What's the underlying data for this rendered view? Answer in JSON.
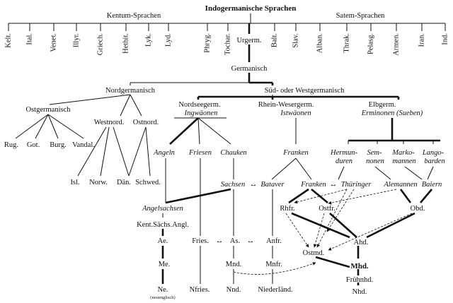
{
  "title": "Indogermanische Sprachen",
  "branches": {
    "kentum": "Kentum-Sprachen",
    "satem": "Satem-Sprachen"
  },
  "languages": [
    "Kelt.",
    "Ital.",
    "Venet.",
    "Illyr.",
    "Griech.",
    "Hethit.",
    "Lyk.",
    "Lyd.",
    "Phryg.",
    "Tochar.",
    "Urgerm.",
    "Balt.",
    "Slav.",
    "Alban.",
    "Thrak.",
    "Pelasg.",
    "Armen.",
    "Iran.",
    "Ind."
  ],
  "germanisch": "Germanisch",
  "nordgermanisch": {
    "label": "Nordgermanisch",
    "ost": "Ostgermanisch",
    "ost_children": [
      "Rug.",
      "Got.",
      "Burg.",
      "Vandal."
    ],
    "westnord": "Westnord.",
    "ostnord": "Ostnord.",
    "westnord_children": [
      "Isl.",
      "Norw."
    ],
    "ostnord_children": [
      "Dän.",
      "Schwed."
    ]
  },
  "westgermanisch": {
    "label": "Süd- oder Westgermanisch",
    "nordsee": [
      "Nordseegerm.",
      "Ingwäonen"
    ],
    "rhein": [
      "Rhein-Wesergerm.",
      "Istwäonen"
    ],
    "elb": [
      "Elbgerm.",
      "Erminonen (Sueben)"
    ]
  },
  "tribes": {
    "angeln": "Angeln",
    "friesen": "Friesen",
    "chauken": "Chauken",
    "franken": "Franken",
    "hermunduren": [
      "Hermun-",
      "duren"
    ],
    "semnonen": [
      "Sem-",
      "nonen"
    ],
    "markomannen": [
      "Marko-",
      "mannen"
    ],
    "langobarden": [
      "Lango-",
      "barden"
    ]
  },
  "mid": {
    "sachsen": "Sachsen",
    "bataver": "Bataver",
    "franken2": "Franken",
    "thueringer": "Thüringer",
    "alemannen": "Alemannen",
    "baiern": "Baiern",
    "angelsachsen": "Angelsachsen",
    "kentsaechsangl": "Kent.Sächs.Angl.",
    "rhfr": "Rhfr.",
    "ostfr": "Ostfr.",
    "obd": "Obd."
  },
  "lower": {
    "ae": "Ae.",
    "me": "Me.",
    "ne": "Ne.",
    "ne_note": "(neuenglisch)",
    "fries": "Fries.",
    "nfries": "Nfries.",
    "as": "As.",
    "mnd": "Mnd.",
    "nnd": "Nnd.",
    "anfr": "Anfr.",
    "mnfr": "Mnfr.",
    "niederl": "Niederländ.",
    "ahd": "Ahd.",
    "ostmd": "Ostmd.",
    "mhd": "Mhd.",
    "fruehnhd": "Frühnhd.",
    "nhd": "Nhd."
  },
  "arrows": {
    "double": "↔"
  }
}
